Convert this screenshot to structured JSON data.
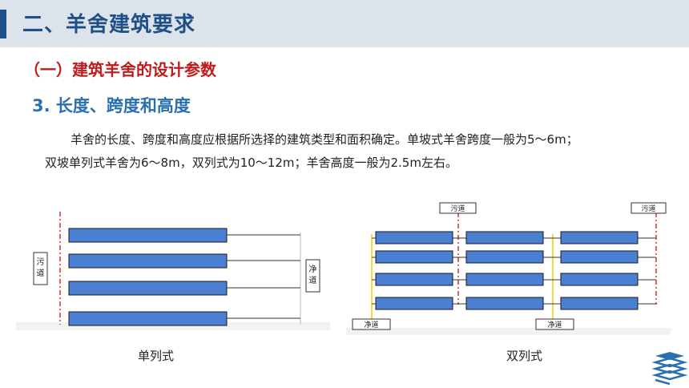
{
  "header": {
    "title": "二、羊舍建筑要求"
  },
  "section": {
    "subtitle": "（一）建筑羊舍的设计参数",
    "item_title": "3. 长度、跨度和高度"
  },
  "body": {
    "line1": "羊舍的长度、跨度和高度应根据所选择的建筑类型和面积确定。单坡式羊舍跨度一般为5～6m；",
    "line2": "双坡单列式羊舍为6～8m，双列式为10～12m；羊舍高度一般为2.5m左右。"
  },
  "diagram_single": {
    "caption": "单列式",
    "dirty_label": "污道",
    "clean_label": "净道",
    "building_count": 4
  },
  "diagram_double": {
    "caption": "双列式",
    "dirty_labels": [
      "污道",
      "污道"
    ],
    "clean_labels": [
      "净道",
      "净道"
    ],
    "rows": 4,
    "columns": 3
  },
  "colors": {
    "header_bg": "#dde3ea",
    "header_text": "#1e4f87",
    "subsection": "#c21a1a",
    "item_title": "#2a6fb0",
    "building_fill": "#4a7fd1",
    "dirty_road": "#d63030",
    "clean_road": "#f0d000"
  },
  "icons": {
    "logo": "stacked-books-icon"
  }
}
